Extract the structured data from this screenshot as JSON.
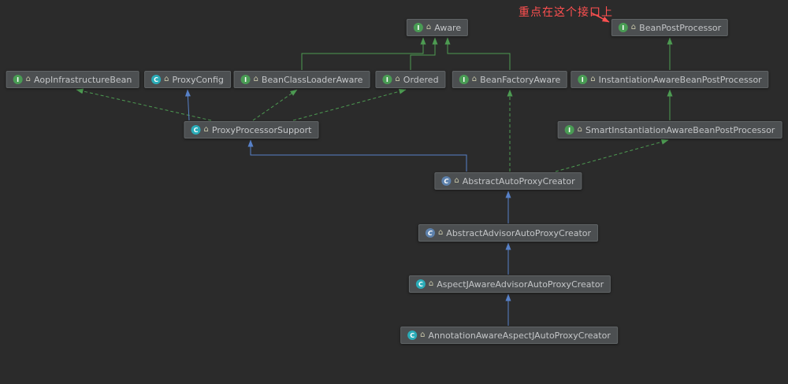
{
  "annotation": {
    "text": "重点在这个接口上"
  },
  "icons": {
    "home_glyph": "⌂",
    "interface_letter": "I",
    "class_letter": "C"
  },
  "colors": {
    "background": "#2b2b2b",
    "node_fill": "#4c4f51",
    "node_border": "#606466",
    "node_text": "#c3c5c7",
    "interface_icon": "#499c54",
    "class_icon": "#2aacb8",
    "abstract_class_icon": "#5d81ac",
    "extends_edge_blue": "#5781c8",
    "interface_edge_green": "#4d9b52",
    "annotation_red": "#ff5050"
  },
  "nodes": [
    {
      "label": "Aware",
      "type": "interface",
      "icon_letter": "I"
    },
    {
      "label": "BeanPostProcessor",
      "type": "interface",
      "icon_letter": "I"
    },
    {
      "label": "AopInfrastructureBean",
      "type": "interface",
      "icon_letter": "I"
    },
    {
      "label": "ProxyConfig",
      "type": "class",
      "icon_letter": "C"
    },
    {
      "label": "BeanClassLoaderAware",
      "type": "interface",
      "icon_letter": "I"
    },
    {
      "label": "Ordered",
      "type": "interface",
      "icon_letter": "I"
    },
    {
      "label": "BeanFactoryAware",
      "type": "interface",
      "icon_letter": "I"
    },
    {
      "label": "InstantiationAwareBeanPostProcessor",
      "type": "interface",
      "icon_letter": "I"
    },
    {
      "label": "ProxyProcessorSupport",
      "type": "class",
      "icon_letter": "C"
    },
    {
      "label": "SmartInstantiationAwareBeanPostProcessor",
      "type": "interface",
      "icon_letter": "I"
    },
    {
      "label": "AbstractAutoProxyCreator",
      "type": "abstract-class",
      "icon_letter": "C"
    },
    {
      "label": "AbstractAdvisorAutoProxyCreator",
      "type": "abstract-class",
      "icon_letter": "C"
    },
    {
      "label": "AspectJAwareAdvisorAutoProxyCreator",
      "type": "class",
      "icon_letter": "C"
    },
    {
      "label": "AnnotationAwareAspectJAutoProxyCreator",
      "type": "class",
      "icon_letter": "C"
    }
  ],
  "edges": [
    {
      "from": "BeanClassLoaderAware",
      "to": "Aware",
      "relation": "extends-interface"
    },
    {
      "from": "Ordered",
      "to": "Aware",
      "relation": "extends-interface"
    },
    {
      "from": "BeanFactoryAware",
      "to": "Aware",
      "relation": "extends-interface"
    },
    {
      "from": "InstantiationAwareBeanPostProcessor",
      "to": "BeanPostProcessor",
      "relation": "extends-interface"
    },
    {
      "from": "SmartInstantiationAwareBeanPostProcessor",
      "to": "InstantiationAwareBeanPostProcessor",
      "relation": "extends-interface"
    },
    {
      "from": "ProxyProcessorSupport",
      "to": "ProxyConfig",
      "relation": "extends"
    },
    {
      "from": "ProxyProcessorSupport",
      "to": "AopInfrastructureBean",
      "relation": "implements"
    },
    {
      "from": "ProxyProcessorSupport",
      "to": "BeanClassLoaderAware",
      "relation": "implements"
    },
    {
      "from": "ProxyProcessorSupport",
      "to": "Ordered",
      "relation": "implements"
    },
    {
      "from": "AbstractAutoProxyCreator",
      "to": "ProxyProcessorSupport",
      "relation": "extends"
    },
    {
      "from": "AbstractAutoProxyCreator",
      "to": "BeanFactoryAware",
      "relation": "implements"
    },
    {
      "from": "AbstractAutoProxyCreator",
      "to": "SmartInstantiationAwareBeanPostProcessor",
      "relation": "implements"
    },
    {
      "from": "AbstractAdvisorAutoProxyCreator",
      "to": "AbstractAutoProxyCreator",
      "relation": "extends"
    },
    {
      "from": "AspectJAwareAdvisorAutoProxyCreator",
      "to": "AbstractAdvisorAutoProxyCreator",
      "relation": "extends"
    },
    {
      "from": "AnnotationAwareAspectJAutoProxyCreator",
      "to": "AspectJAwareAdvisorAutoProxyCreator",
      "relation": "extends"
    }
  ]
}
